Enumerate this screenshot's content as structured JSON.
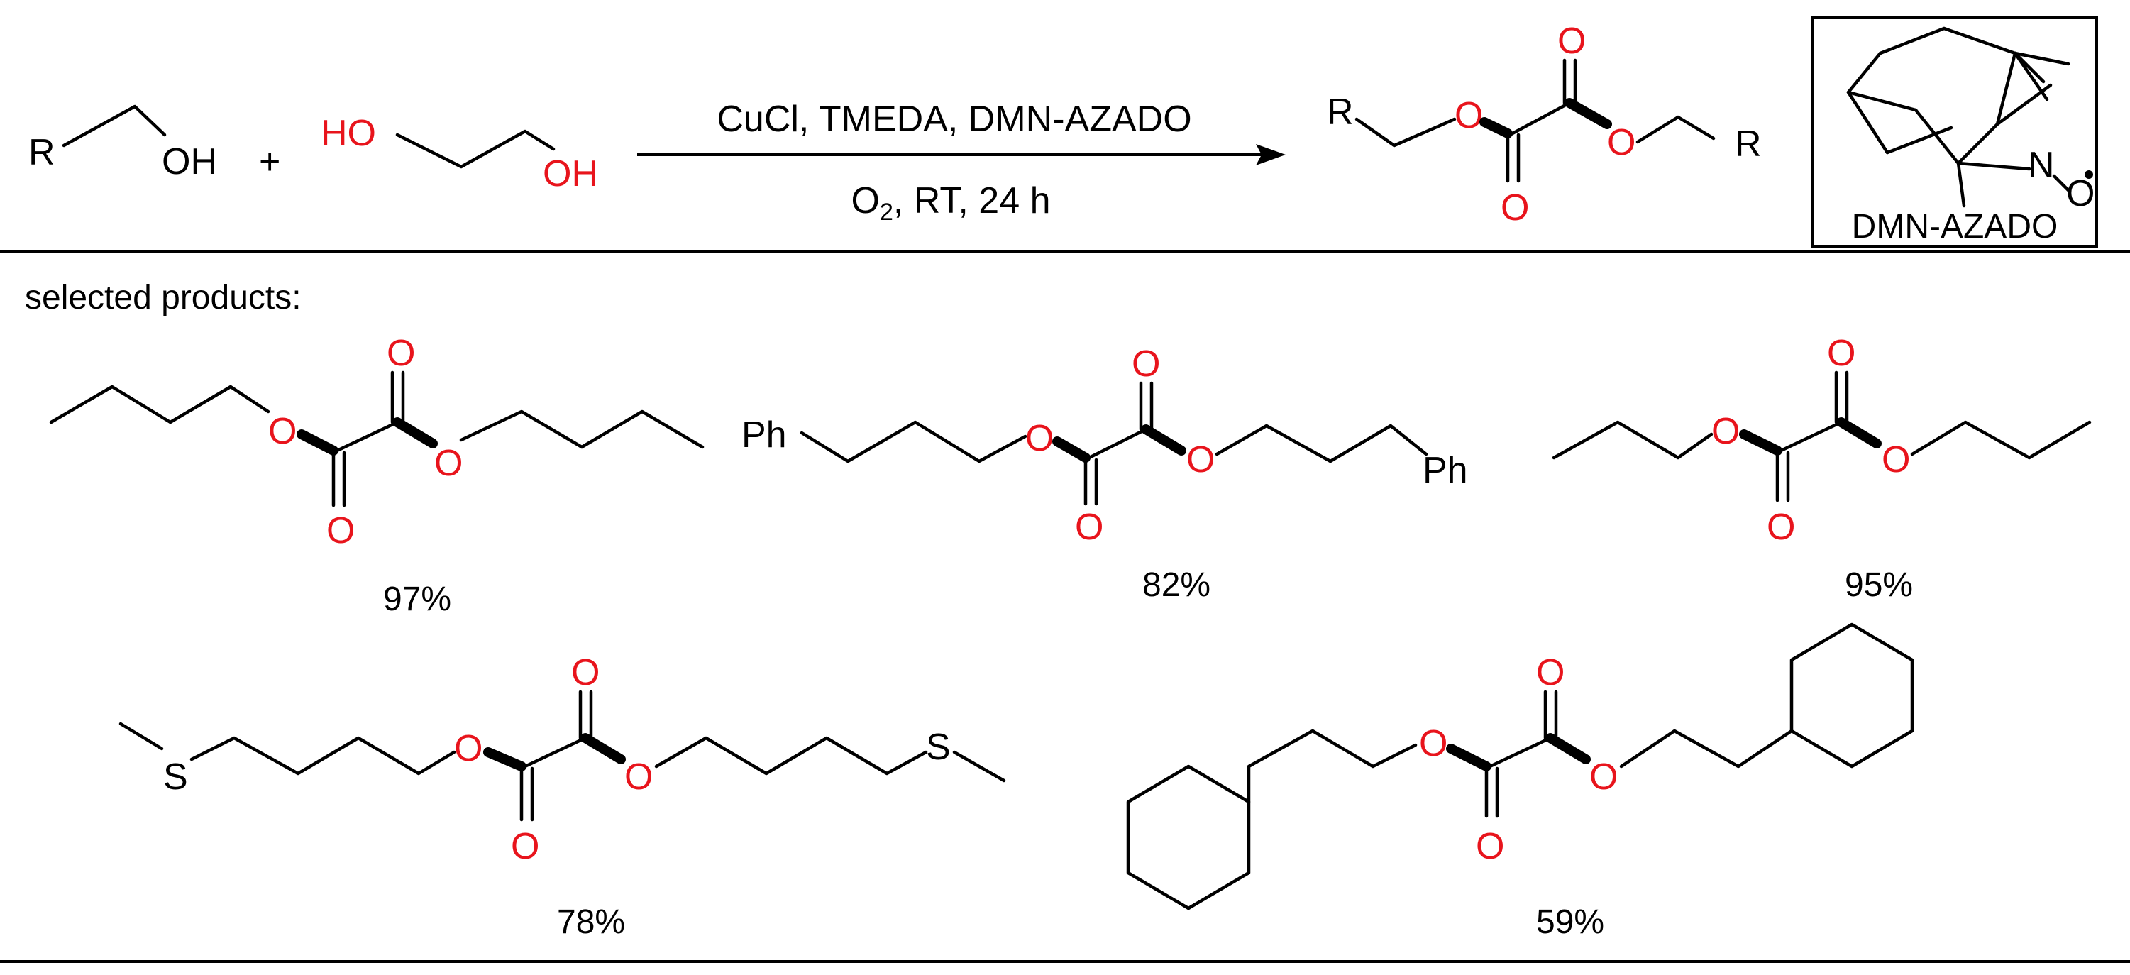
{
  "colors": {
    "heteroatom": "#e8141c",
    "ink": "#000000"
  },
  "reaction": {
    "alcohol_r": "R",
    "alcohol_oh": "OH",
    "plus": "+",
    "glycol_o1": "HO",
    "glycol_o2": "OH",
    "conditions_top": "CuCl, TMEDA, DMN-AZADO",
    "conditions_bottom_o": "O",
    "conditions_bottom_sub": "2",
    "conditions_bottom_rest": ", RT,  24 h",
    "product_r": "R",
    "catalyst_label": "DMN-AZADO",
    "catalyst_n": "N",
    "catalyst_o": "O"
  },
  "section_heading": "selected products:",
  "atoms": {
    "oxygen": "O",
    "phenyl": "Ph",
    "sulfur": "S"
  },
  "products": [
    {
      "yield": "97%"
    },
    {
      "yield": "82%"
    },
    {
      "yield": "95%"
    },
    {
      "yield": "78%"
    },
    {
      "yield": "59%"
    }
  ]
}
